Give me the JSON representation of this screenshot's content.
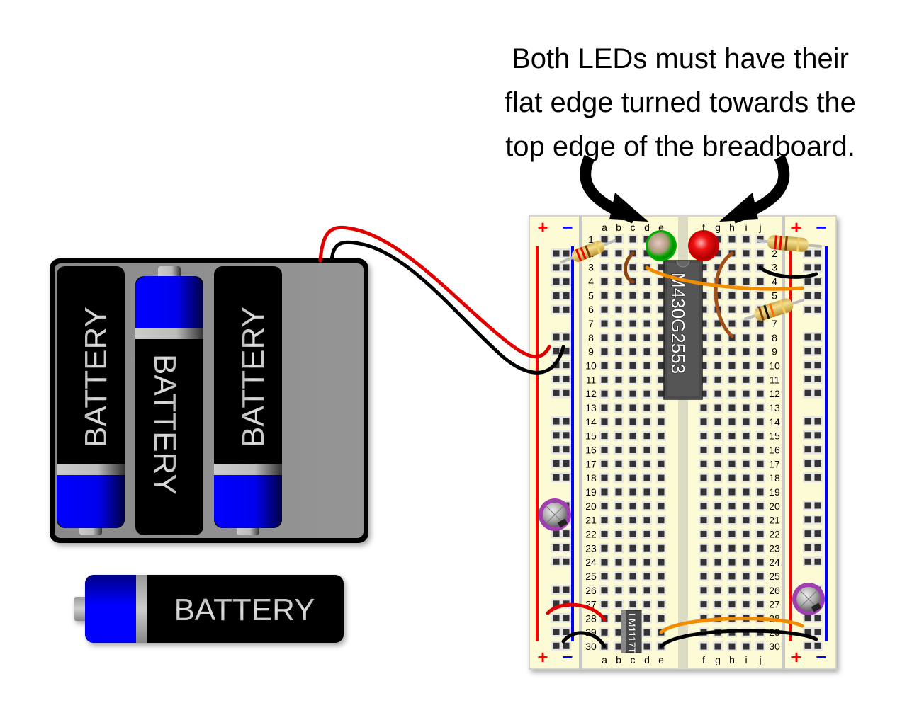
{
  "caption": {
    "lines": [
      "Both LEDs must have their",
      "flat edge turned towards the",
      "top edge of the breadboard."
    ]
  },
  "battery_pack": {
    "cells": [
      {
        "label": "BATTERY",
        "orientation": "plus-down"
      },
      {
        "label": "BATTERY",
        "orientation": "plus-up"
      },
      {
        "label": "BATTERY",
        "orientation": "plus-down"
      }
    ],
    "loose_battery_label": "BATTERY",
    "wire_colors": {
      "positive": "#e00000",
      "negative": "#000000"
    }
  },
  "breadboard": {
    "columns_left": [
      "a",
      "b",
      "c",
      "d",
      "e"
    ],
    "columns_right": [
      "f",
      "g",
      "h",
      "i",
      "j"
    ],
    "row_count": 30,
    "rail_plus_label": "+",
    "rail_minus_label": "−",
    "colors": {
      "board": "#fdfbd6",
      "rail_plus": "#ff0000",
      "rail_minus": "#0000ff",
      "hole": "#333333",
      "hole_bg": "#e6e6e6"
    }
  },
  "components": {
    "mcu_label": "M430G2553",
    "regulator_label": "LM1117T",
    "leds": [
      {
        "name": "green-led",
        "color": "#00aa00",
        "column": "e",
        "row": 1
      },
      {
        "name": "red-led",
        "color": "#dd0000",
        "column": "f",
        "row": 1
      }
    ]
  }
}
